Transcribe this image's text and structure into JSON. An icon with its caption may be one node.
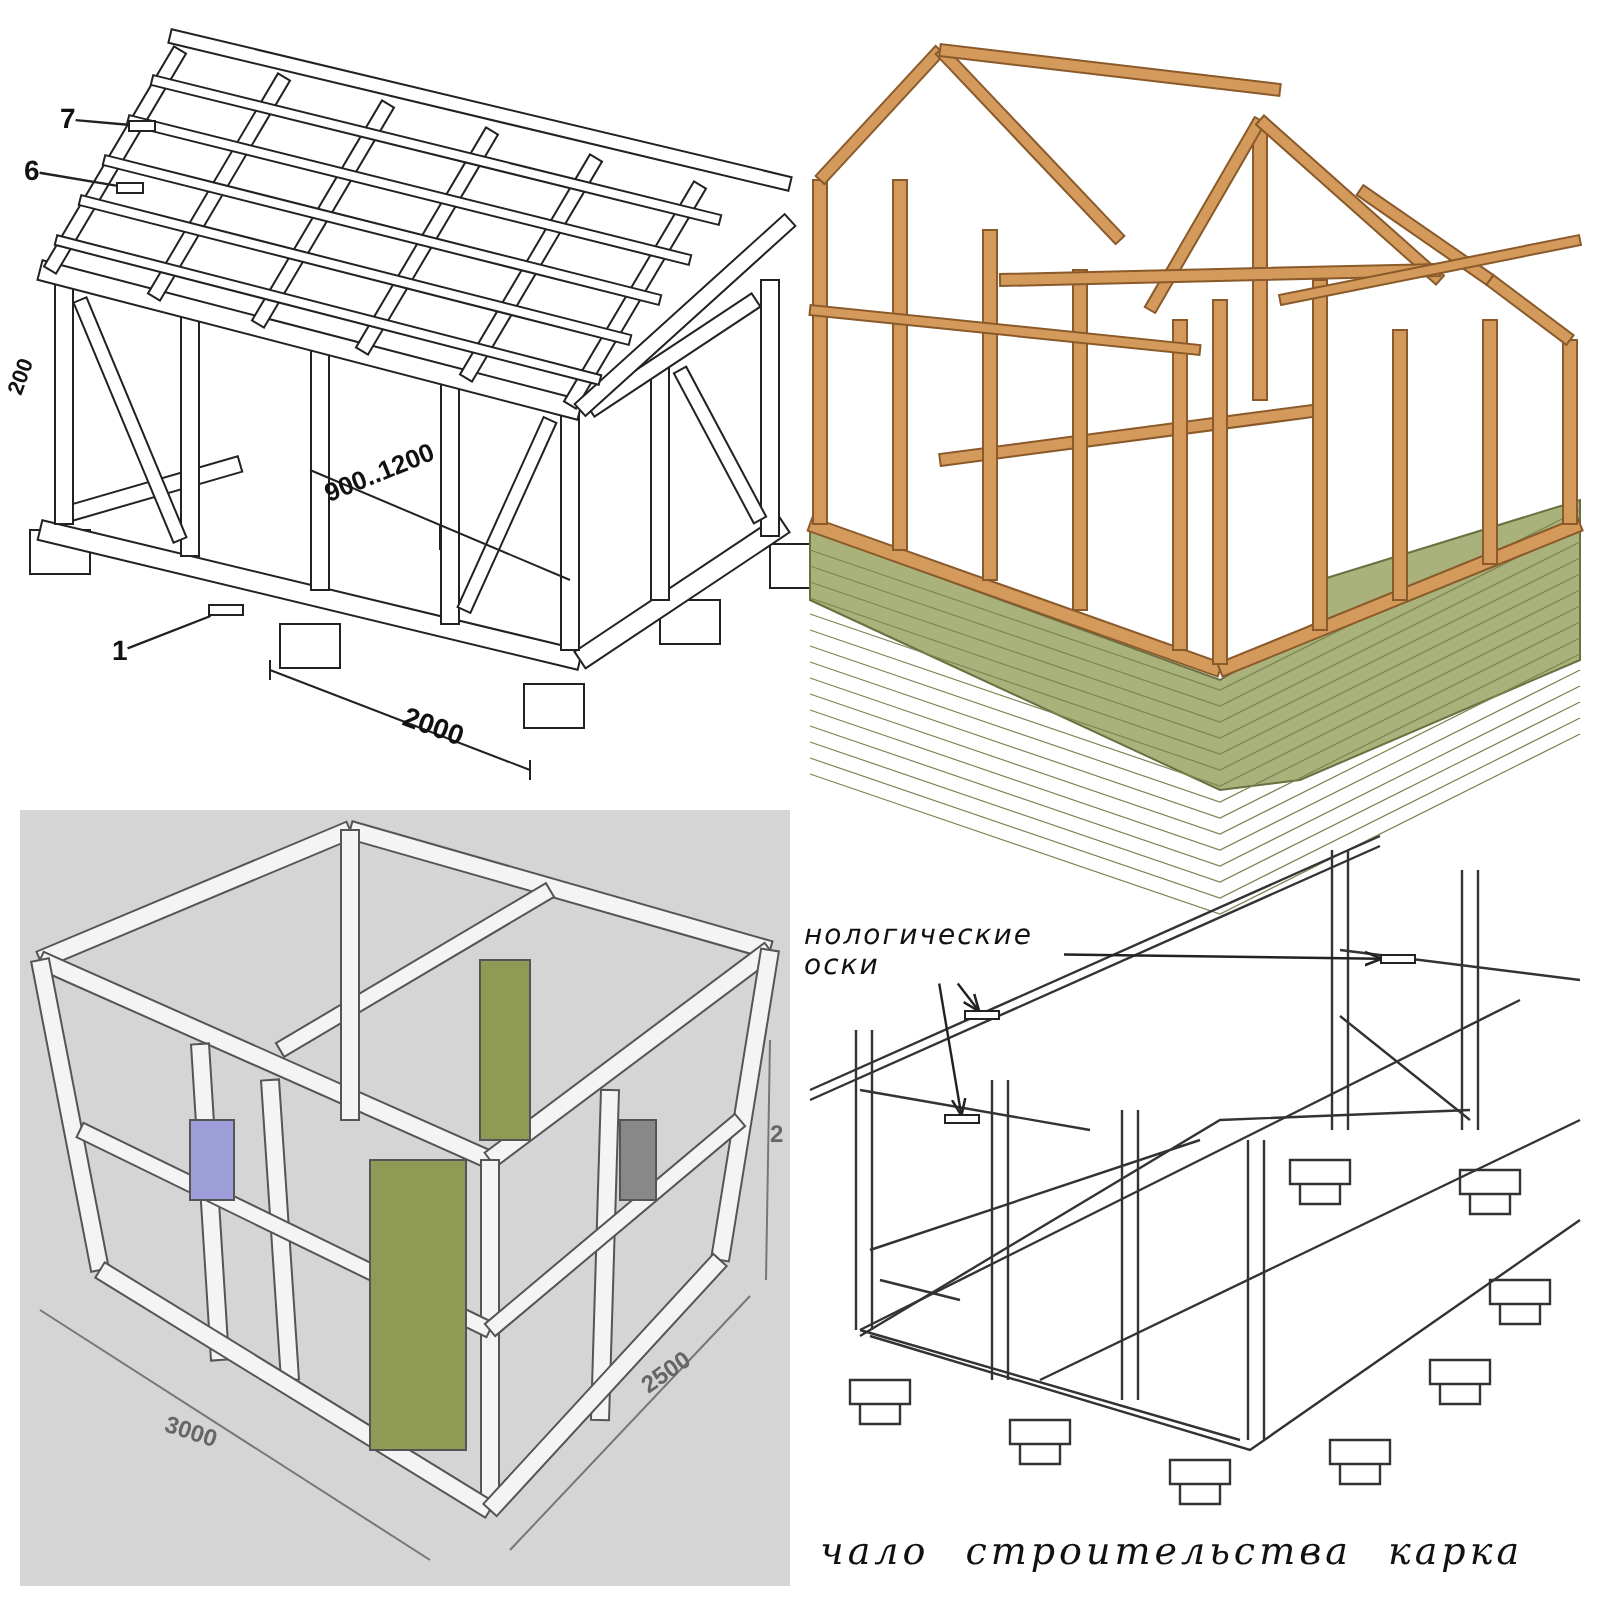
{
  "diagram": {
    "nodes": [
      {
        "text": [
          "7"
        ]
      },
      {
        "text": [
          "6"
        ]
      },
      {
        "text": [
          "1"
        ]
      },
      {
        "text": [],
        "shape": "bar"
      },
      {
        "text": [],
        "shape": "bar"
      },
      {
        "text": [],
        "shape": "bar"
      },
      {
        "text": [
          "нологические оски"
        ]
      },
      {
        "text": [],
        "shape": "bar"
      },
      {
        "text": [],
        "shape": "bar"
      },
      {
        "text": [],
        "shape": "bar"
      }
    ],
    "edges": [
      {
        "from": 0,
        "to": 3,
        "arrow": "none"
      },
      {
        "from": 1,
        "to": 4,
        "arrow": "none"
      },
      {
        "from": 2,
        "to": 5,
        "arrow": "none"
      },
      {
        "from": 6,
        "to": 7,
        "arrow": "to"
      },
      {
        "from": 6,
        "to": 8,
        "arrow": "to"
      },
      {
        "from": 6,
        "to": 9,
        "arrow": "to"
      }
    ],
    "labels": [
      "200",
      "900..1200",
      "2000",
      "2",
      "3000",
      "2500",
      "чало строительства карка"
    ]
  }
}
